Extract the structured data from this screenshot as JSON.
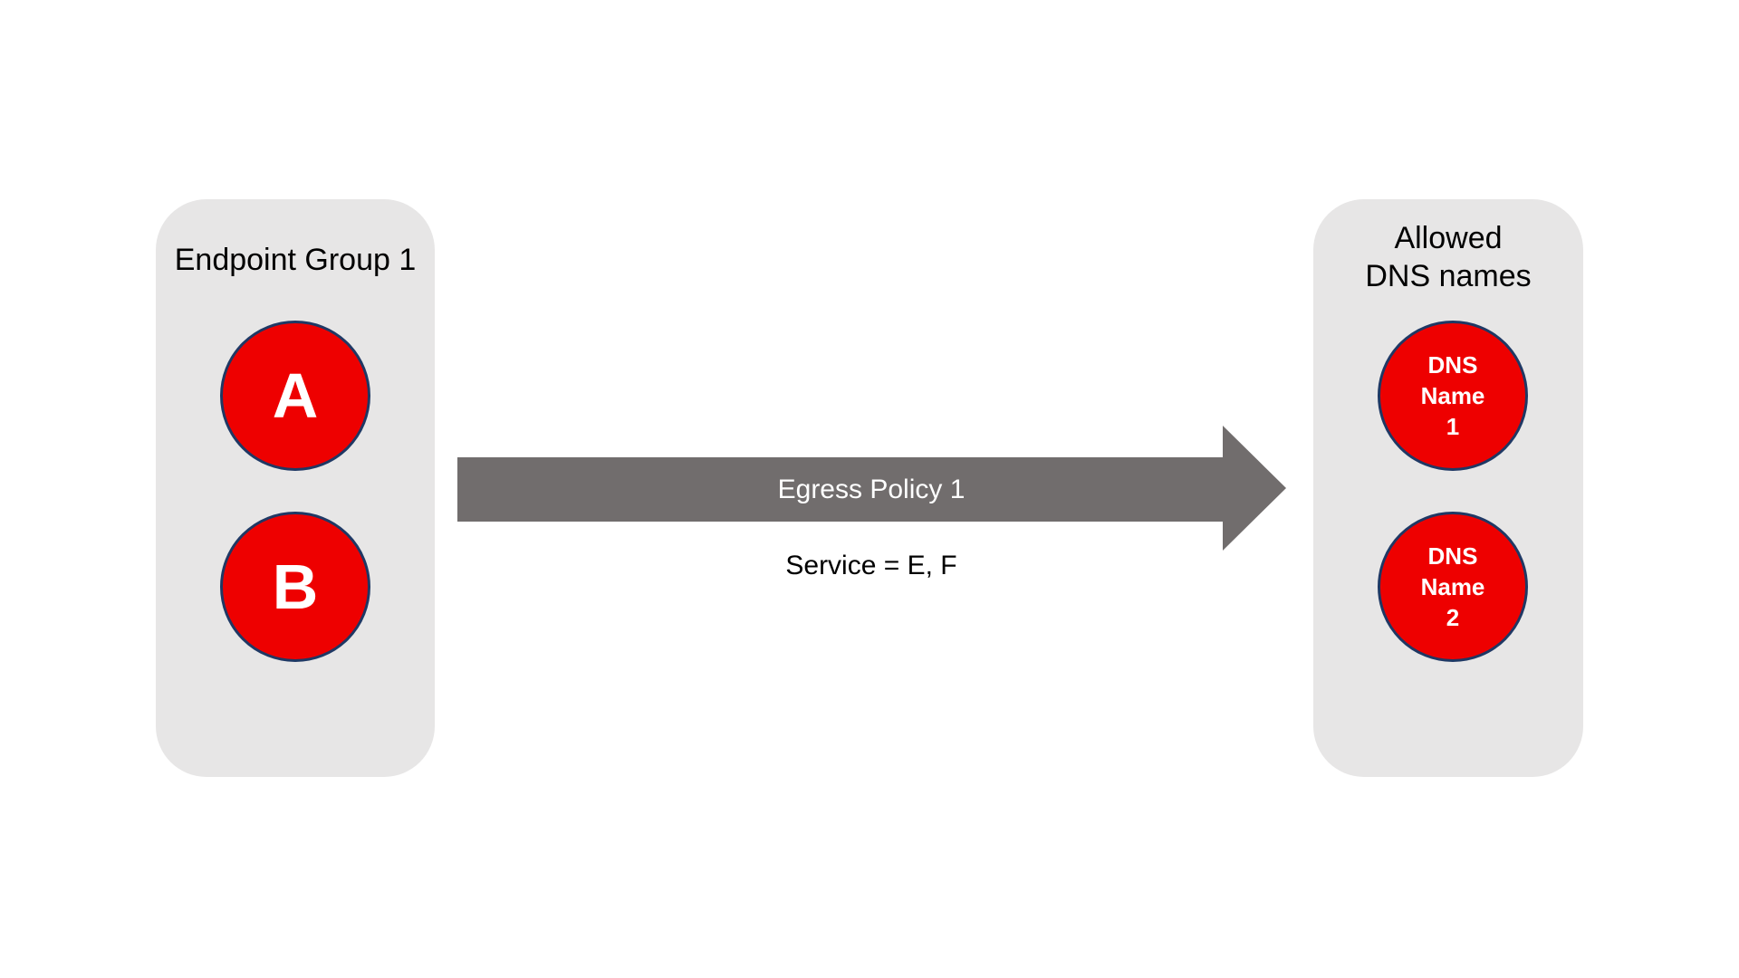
{
  "colors": {
    "panel_bg": "#e7e6e6",
    "node_fill": "#ee0000",
    "node_border": "#1f3864",
    "arrow_color": "#716d6d",
    "node_text": "#ffffff",
    "label_text": "#000000"
  },
  "left_group": {
    "title": "Endpoint Group 1",
    "nodes": [
      {
        "label": "A"
      },
      {
        "label": "B"
      }
    ]
  },
  "arrow": {
    "label": "Egress Policy 1",
    "sublabel": "Service = E, F"
  },
  "right_group": {
    "title": "Allowed\nDNS names",
    "nodes": [
      {
        "label": "DNS\nName\n1"
      },
      {
        "label": "DNS\nName\n2"
      }
    ]
  }
}
